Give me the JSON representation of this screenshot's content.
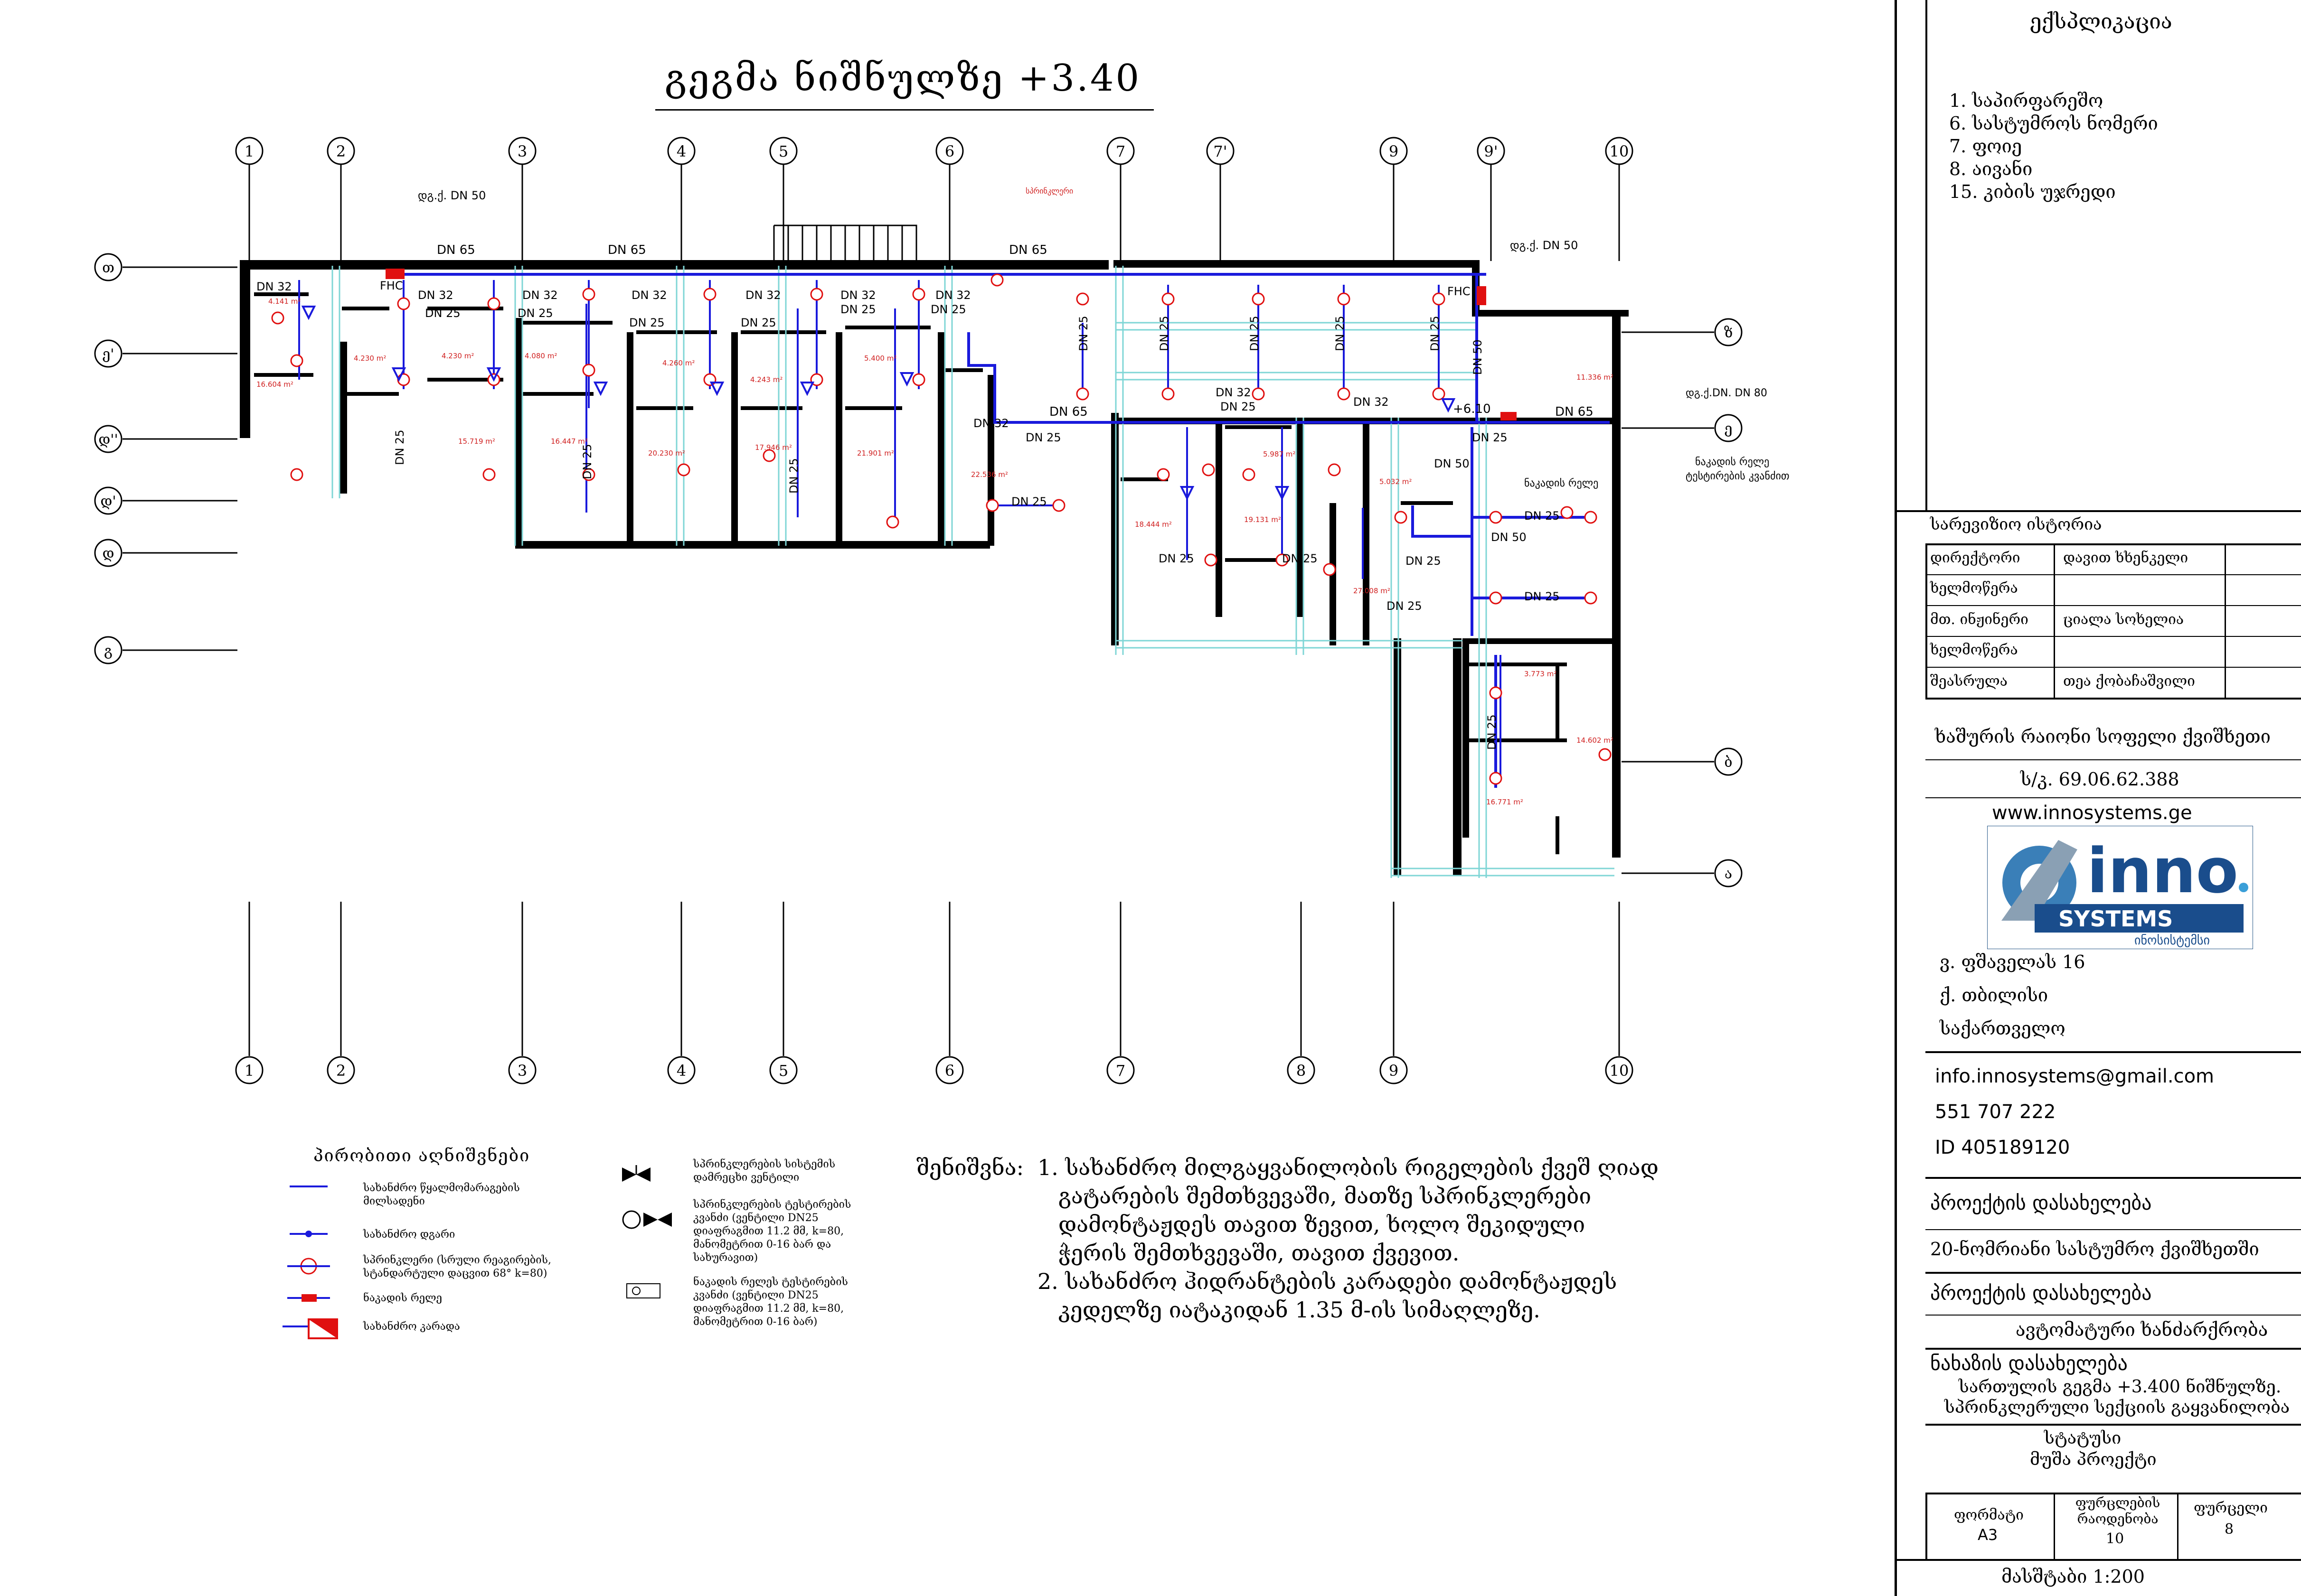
{
  "sheet_title": "გეგმა ნიშნულზე +3.40",
  "axes": {
    "columns": [
      "1",
      "2",
      "3",
      "4",
      "5",
      "6",
      "7",
      "7'",
      "9",
      "9'",
      "10"
    ],
    "columns_bottom": [
      "1",
      "2",
      "3",
      "4",
      "5",
      "6",
      "7",
      "8",
      "9",
      "10"
    ],
    "rows": [
      "თ",
      "ე'",
      "დ''",
      "დ'",
      "დ",
      "გ",
      "ზ",
      "ე",
      "ბ",
      "ა"
    ]
  },
  "plan_labels": {
    "pipe_main_1": "DN 65",
    "pipe_main_2": "DN 65",
    "pipe_main_3": "DN 65",
    "pipe_main_4": "DN 65",
    "pipe_main_5": "DN 65",
    "riser_left": "დგ.ქ. DN 50",
    "riser_right": "დგ.ქ. DN 50",
    "fhc_1": "FHC",
    "fhc_2": "FHC",
    "sprinkler_note": "სპრინკლერი",
    "dn32": "DN 32",
    "dn25": "DN 25",
    "dn50": "DN 50",
    "dn80_note": "დგ.ქ.DN. DN 80",
    "level_mark": "+6.10",
    "valve_note": "ნაკადის რელე",
    "valve_note_2": "ტესტირების კვანძით",
    "flow_relay": "ნაკადის რელე"
  },
  "room_areas": [
    "4.141 m²",
    "16.604 m²",
    "4.230 m²",
    "4.230 m²",
    "15.719 m²",
    "4.080 m²",
    "16.447 m²",
    "4.260 m²",
    "20.230 m²",
    "4.243 m²",
    "17.946 m²",
    "5.400 m²",
    "21.901 m²",
    "22.536 m²",
    "18.444 m²",
    "19.131 m²",
    "5.987 m²",
    "5.032 m²",
    "27.008 m²",
    "11.336 m²",
    "3.773 m²",
    "14.602 m²",
    "16.771 m²"
  ],
  "explication": {
    "title": "ექსპლიკაცია",
    "items": [
      "1. საპირფარეშო",
      "6. სასტუმროს ნომერი",
      "7. ფოიე",
      "8. აივანი",
      "15. კიბის უჯრედი"
    ]
  },
  "title_block": {
    "revision_title": "სარევიზიო ისტორია",
    "director_label": "დირექტორი",
    "director_name": "დავით ხხენკელი",
    "signature_label_1": "ხელმოწერა",
    "chief_engineer_label": "მთ. ინჟინერი",
    "chief_engineer_name": "ციალა სოხელია",
    "signature_label_2": "ხელმოწერა",
    "executor_label": "შეასრულა",
    "executor_name": "თეა ქობაჩაშვილი",
    "project_location": "ხაშურის რაიონი სოფელი ქვიშხეთი",
    "cadastral": "ს/კ. 69.06.62.388",
    "website": "www.innosystems.ge",
    "logo_word": "inno",
    "logo_sub": "SYSTEMS",
    "logo_geo": "ინოსისტემსი",
    "address_1": "ვ. ფშაველას 16",
    "address_2": "ქ. თბილისი",
    "address_3": "საქართველო",
    "email": "info.innosystems@gmail.com",
    "phone": "551 707 222",
    "id": "ID  405189120",
    "project_name_label": "პროექტის დასახელება",
    "project_name": "20-ნომრიანი სასტუმრო ქვიშხეთში",
    "project_part_label": "პროექტის დასახელება",
    "project_part": "ავტომატური ხანძარქრობა",
    "drawing_name_label": "ნახაზის დასახელება",
    "drawing_name_1": "სართულის გეგმა +3.400 ნიშნულზე.",
    "drawing_name_2": "სპრინკლერული სექციის გაყვანილობა",
    "status_label": "სტატუსი",
    "status": "მუშა პროექტი",
    "format_label": "ფორმატი",
    "format": "A3",
    "sheets_count_label": "ფურცლების რაოდენობა",
    "sheets_count": "10",
    "sheet_label": "ფურცელი",
    "sheet": "8",
    "scale": "მასშტაბი 1:200"
  },
  "legend": {
    "title": "პირობითი აღნიშვნები",
    "items": [
      "სახანძრო წყალმომარაგების\nმილსადენი",
      "სახანძრო დგარი",
      "სპრინკლერი (სრული რეაგირების,\nსტანდარტული დაცვით 68° k=80)",
      "ნაკადის რელე",
      "სახანძრო კარადა",
      "სპრინკლერების სისტემის\nდამრეცხი ვენტილი",
      "სპრინკლერების ტესტირების\nკვანძი (ვენტილი DN25\nდიაფრაგმით 11.2 მმ, k=80,\nმანომეტრით 0-16 ბარ და\nსახურავით)",
      "ნაკადის რელეს ტესტირების\nკვანძი (ვენტილი DN25\nდიაფრაგმით 11.2 მმ, k=80,\nმანომეტრით 0-16 ბარ)"
    ]
  },
  "notes": {
    "lead": "შენიშვნა:",
    "line1": "1. სახანძრო მილგაყვანილობის რიგელების ქვეშ ღიად",
    "line2": "   გატარების შემთხვევაში, მათზე სპრინკლერები",
    "line3": "   დამონტაჟდეს თავით ზევით, ხოლო შეკიდული",
    "line4": "   ჭერის შემთხვევაში, თავით ქვევით.",
    "line5": "2. სახანძრო ჰიდრანტების კარადები დამონტაჟდეს",
    "line6": "   კედელზე იატაკიდან 1.35 მ-ის სიმაღლეზე."
  },
  "colors": {
    "pipe": "#1a1adc",
    "sprinkler": "#e01010",
    "grid": "#7fd6d6",
    "wall": "#000000",
    "annotation": "#d02020"
  }
}
